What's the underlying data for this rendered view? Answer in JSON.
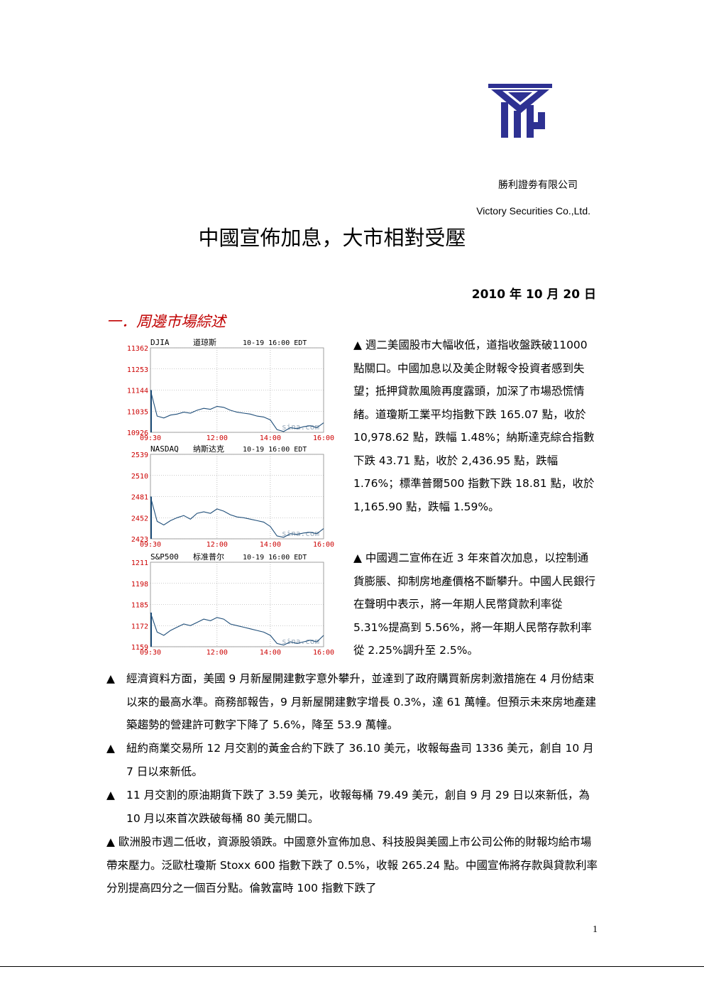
{
  "header": {
    "company_zh": "勝利證劵有限公司",
    "company_en": "Victory Securities Co.,Ltd.",
    "logo_icon": "victory-securities-logo",
    "logo_color": "#2e3192"
  },
  "title": "中國宣佈加息，大市相對受壓",
  "date": "2010 年 10 月 20 日",
  "section_heading": "一．周邊市場綜述",
  "bullet_symbol": "▲",
  "paragraphs": {
    "p1": "▲ 週二美國股市大幅收低，道指收盤跌破11000 點關口。中國加息以及美企財報令投資者感到失望；抵押貸款風險再度露頭，加深了市場恐慌情緒。道瓊斯工業平均指數下跌 165.07 點，收於 10,978.62 點，跌幅 1.48%；納斯達克綜合指數下跌 43.71 點，收於 2,436.95 點，跌幅 1.76%；標準普爾500 指數下跌 18.81 點，收於 1,165.90 點，跌幅 1.59%。",
    "p2": "▲ 中國週二宣佈在近 3 年來首次加息，以控制通貨膨脹、抑制房地產價格不斷攀升。中國人民銀行在聲明中表示，將一年期人民幣貸款利率從 5.31%提高到 5.56%，將一年期人民幣存款利率從 2.25%調升至 2.5%。",
    "b3": "經濟資料方面，美國 9 月新屋開建數字意外攀升，並達到了政府購買新房刺激措施在 4 月份結束以來的最高水準。商務部報告，9 月新屋開建數字增長 0.3%，達 61 萬幢。但預示未來房地產建築趨勢的營建許可數字下降了 5.6%，降至 53.9 萬幢。",
    "b4": "紐約商業交易所 12 月交割的黃金合約下跌了 36.10 美元，收報每盎司 1336 美元，創自 10 月 7 日以來新低。",
    "b5": "11 月交割的原油期貨下跌了 3.59 美元，收報每桶 79.49 美元，創自 9 月 29 日以來新低，為 10 月以來首次跌破每桶 80 美元關口。",
    "p6": "▲ 歐洲股市週二低收，資源股領跌。中國意外宣佈加息、科技股與美國上市公司公佈的財報均給市場帶來壓力。泛歐杜瓊斯 Stoxx 600 指數下跌了 0.5%，收報 265.24 點。中國宣佈將存款與貸款利率分別提高四分之一個百分點。倫敦富時 100 指數下跌了"
  },
  "page_number": "1",
  "chart_data": [
    {
      "type": "line",
      "symbol": "DJIA",
      "name_zh": "道琼斯",
      "timestamp": "10-19 16:00 EDT",
      "watermark": "sina.com",
      "x_ticks": [
        "09:30",
        "12:00",
        "14:00",
        "16:00"
      ],
      "y_ticks": [
        11362,
        11253,
        11144,
        11035,
        10926
      ],
      "ylim": [
        10926,
        11362
      ],
      "grid": true,
      "line_color": "#1f4e79",
      "tick_color": "#cc0000",
      "x": [
        "09:30",
        "09:45",
        "10:00",
        "10:15",
        "10:30",
        "10:45",
        "11:00",
        "11:15",
        "11:30",
        "11:45",
        "12:00",
        "12:15",
        "12:30",
        "12:45",
        "13:00",
        "13:15",
        "13:30",
        "13:45",
        "14:00",
        "14:15",
        "14:30",
        "14:45",
        "15:00",
        "15:15",
        "15:30",
        "15:45",
        "16:00"
      ],
      "values": [
        11144,
        11010,
        11000,
        11015,
        11020,
        11030,
        11025,
        11040,
        11050,
        11045,
        11060,
        11055,
        11040,
        11030,
        11025,
        11020,
        11010,
        11005,
        10990,
        10940,
        10930,
        10950,
        10945,
        10955,
        10960,
        10950,
        10975
      ]
    },
    {
      "type": "line",
      "symbol": "NASDAQ",
      "name_zh": "纳斯达克",
      "timestamp": "10-19 16:00 EDT",
      "watermark": "sina.com",
      "x_ticks": [
        "09:30",
        "12:00",
        "14:00",
        "16:00"
      ],
      "y_ticks": [
        2539,
        2510,
        2481,
        2452,
        2423
      ],
      "ylim": [
        2423,
        2539
      ],
      "grid": true,
      "line_color": "#1f4e79",
      "tick_color": "#cc0000",
      "x": [
        "09:30",
        "09:45",
        "10:00",
        "10:15",
        "10:30",
        "10:45",
        "11:00",
        "11:15",
        "11:30",
        "11:45",
        "12:00",
        "12:15",
        "12:30",
        "12:45",
        "13:00",
        "13:15",
        "13:30",
        "13:45",
        "14:00",
        "14:15",
        "14:30",
        "14:45",
        "15:00",
        "15:15",
        "15:30",
        "15:45",
        "16:00"
      ],
      "values": [
        2481,
        2447,
        2442,
        2448,
        2452,
        2455,
        2450,
        2458,
        2460,
        2458,
        2464,
        2461,
        2456,
        2453,
        2452,
        2450,
        2448,
        2446,
        2440,
        2427,
        2425,
        2430,
        2429,
        2431,
        2432,
        2430,
        2437
      ]
    },
    {
      "type": "line",
      "symbol": "S&P500",
      "name_zh": "标准普尔",
      "timestamp": "10-19 16:00 EDT",
      "watermark": "sina.com",
      "x_ticks": [
        "09:30",
        "12:00",
        "14:00",
        "16:00"
      ],
      "y_ticks": [
        1211,
        1198,
        1185,
        1172,
        1159
      ],
      "ylim": [
        1159,
        1211
      ],
      "grid": true,
      "line_color": "#1f4e79",
      "tick_color": "#cc0000",
      "x": [
        "09:30",
        "09:45",
        "10:00",
        "10:15",
        "10:30",
        "10:45",
        "11:00",
        "11:15",
        "11:30",
        "11:45",
        "12:00",
        "12:15",
        "12:30",
        "12:45",
        "13:00",
        "13:15",
        "13:30",
        "13:45",
        "14:00",
        "14:15",
        "14:30",
        "14:45",
        "15:00",
        "15:15",
        "15:30",
        "15:45",
        "16:00"
      ],
      "values": [
        1180,
        1168,
        1166,
        1169,
        1171,
        1173,
        1172,
        1174,
        1176,
        1175,
        1177,
        1176,
        1173,
        1172,
        1171,
        1170,
        1169,
        1168,
        1166,
        1161,
        1160,
        1162,
        1161,
        1162,
        1163,
        1162,
        1166
      ]
    }
  ]
}
